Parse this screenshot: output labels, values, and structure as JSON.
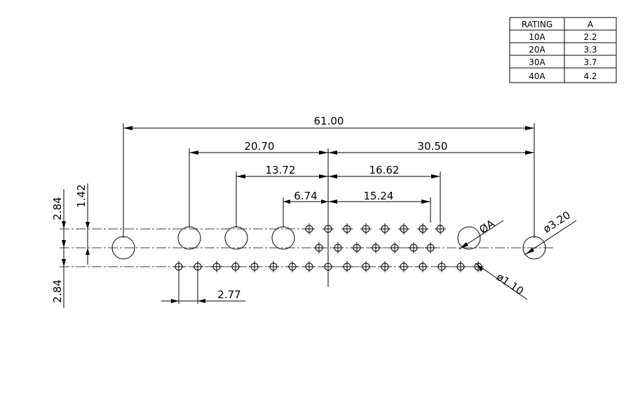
{
  "rating_table": {
    "headers": [
      "RATING",
      "A"
    ],
    "rows": [
      [
        "10A",
        "2.2"
      ],
      [
        "20A",
        "3.3"
      ],
      [
        "30A",
        "3.7"
      ],
      [
        "40A",
        "4.2"
      ]
    ]
  },
  "dimensions": {
    "overall_width": "61.00",
    "left_to_center": "20.70",
    "center_to_right": "30.50",
    "large_hole_offset": "13.72",
    "right_span": "16.62",
    "small_offset": "6.74",
    "row_span": "15.24",
    "pitch": "2.77",
    "upper_row_height": "2.84",
    "lower_row_height": "2.84",
    "half_height": "1.42"
  },
  "hole_labels": {
    "variable_diameter": "ØA",
    "mount_diameter": "ø3.20",
    "pin_diameter": "ø1.10"
  }
}
